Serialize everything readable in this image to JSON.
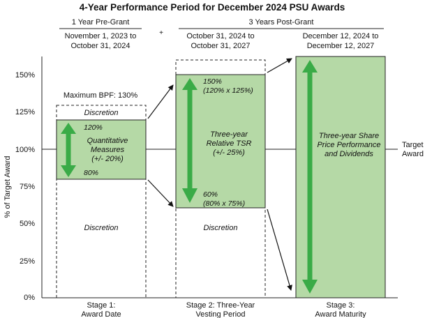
{
  "title": "4-Year Performance Period for December 2024 PSU Awards",
  "y_axis": {
    "label": "% of Target Award",
    "ticks": [
      "150%",
      "125%",
      "100%",
      "75%",
      "50%",
      "25%",
      "0%"
    ]
  },
  "target_label": [
    "Target",
    "Award"
  ],
  "header": {
    "pre_grant": "1 Year Pre-Grant",
    "post_grant": "3 Years Post-Grant",
    "plus": "+",
    "stage1_dates": [
      "November 1, 2023 to",
      "October 31, 2024"
    ],
    "stage2_dates": [
      "October 31, 2024 to",
      "October 31, 2027"
    ],
    "stage3_dates": [
      "December 12, 2024 to",
      "December 12, 2027"
    ]
  },
  "stage1": {
    "max_bpf": "Maximum BPF: 130%",
    "discretion_top": "Discretion",
    "high": "120%",
    "measure": [
      "Quantitative",
      "Measures",
      "(+/- 20%)"
    ],
    "low": "80%",
    "discretion_bottom": "Discretion",
    "label": [
      "Stage 1:",
      "Award Date"
    ]
  },
  "stage2": {
    "high": [
      "150%",
      "(120% x 125%)"
    ],
    "measure": [
      "Three-year",
      "Relative TSR",
      "(+/- 25%)"
    ],
    "low": [
      "60%",
      "(80% x 75%)"
    ],
    "discretion": "Discretion",
    "label": [
      "Stage 2: Three-Year",
      "Vesting Period"
    ]
  },
  "stage3": {
    "measure": [
      "Three-year Share",
      "Price Performance",
      "and Dividends"
    ],
    "label": [
      "Stage 3:",
      "Award Maturity"
    ]
  },
  "colors": {
    "box_fill": "#b5d9a6",
    "arrow": "#3aab47",
    "line": "#222222"
  }
}
